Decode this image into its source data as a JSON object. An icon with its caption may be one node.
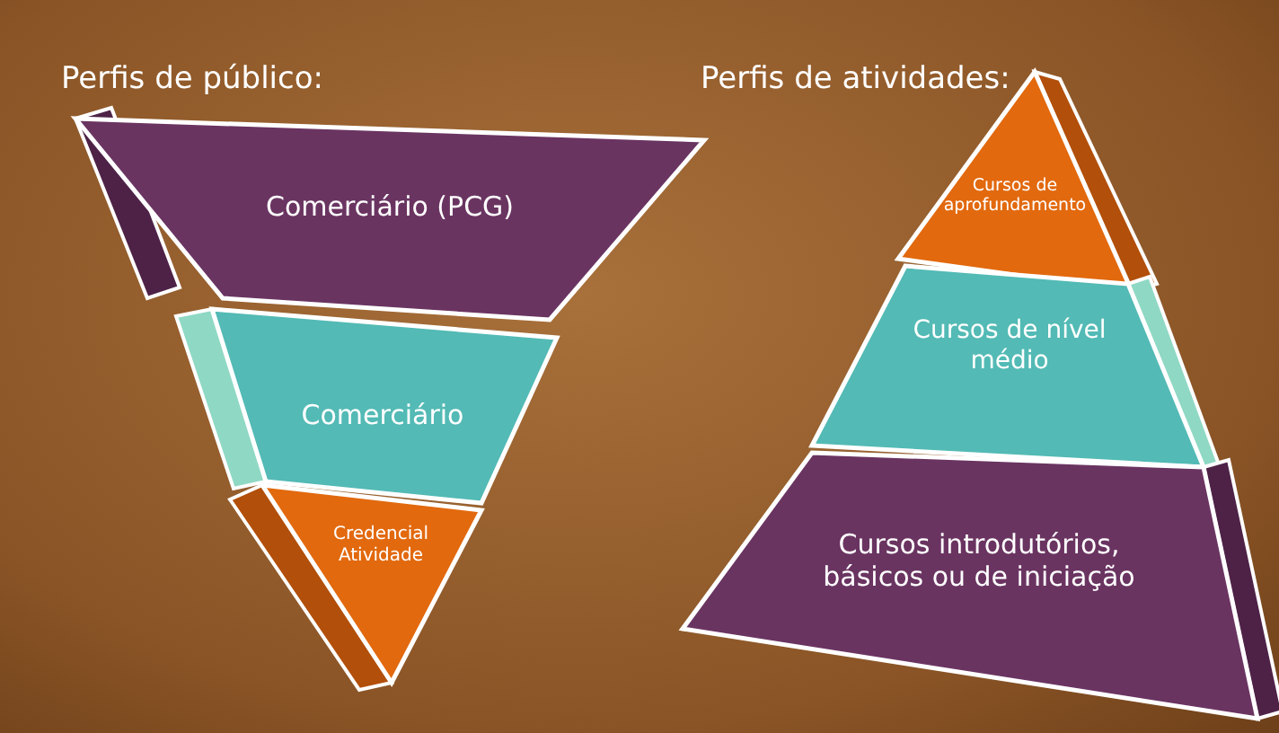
{
  "diagram": {
    "nodes": [
      {
        "text": [
          "Comerciário (PCG)"
        ]
      },
      {
        "text": [
          "Comerciário"
        ]
      },
      {
        "text": [
          "Credencial Atividade"
        ]
      },
      {
        "text": [
          "Cursos de aprofundamento"
        ]
      },
      {
        "text": [
          "Cursos de nível médio"
        ]
      },
      {
        "text": [
          "Cursos introdutórios, básicos ou de iniciação"
        ]
      }
    ],
    "labels": [
      "Perfis de público:",
      "Perfis de atividades:"
    ]
  }
}
